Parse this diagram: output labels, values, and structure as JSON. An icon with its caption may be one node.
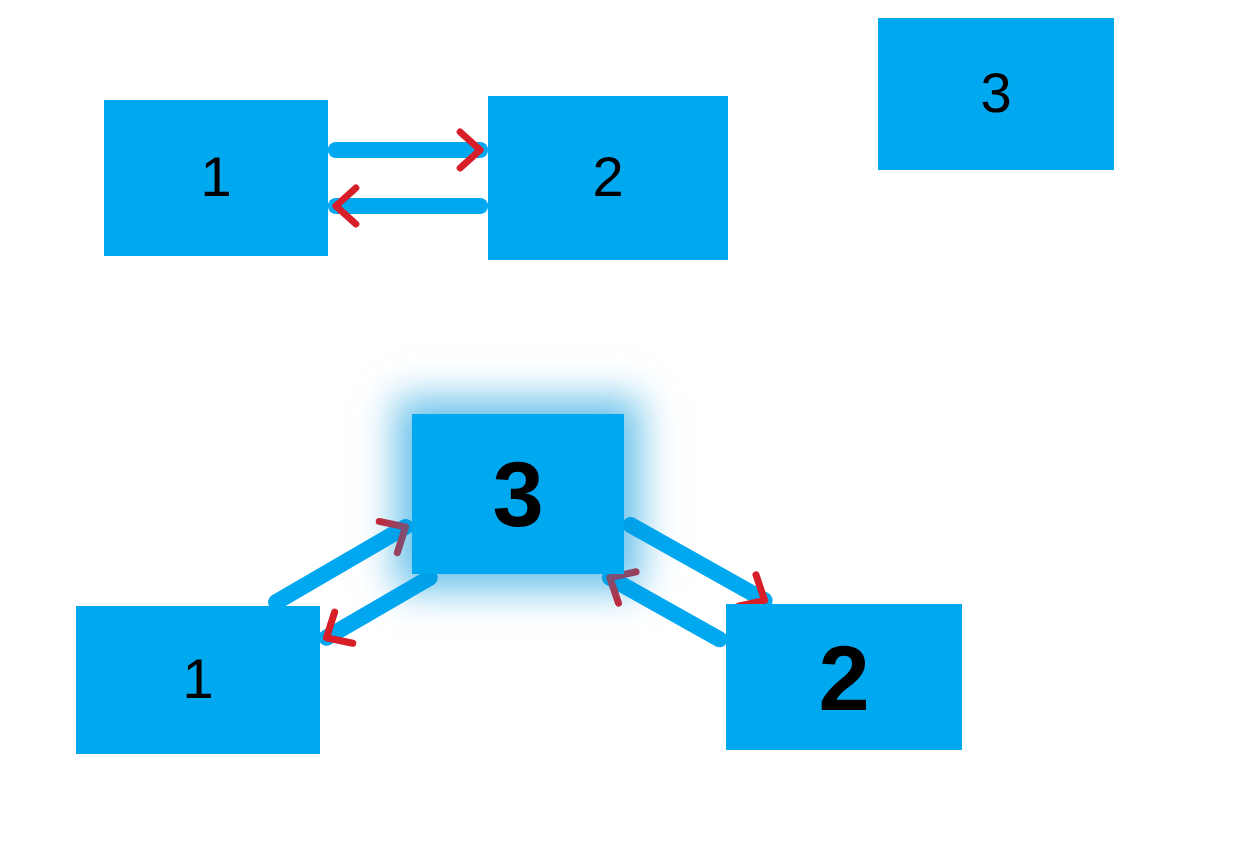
{
  "diagram": {
    "nodes": [
      {
        "text": [
          "1"
        ]
      },
      {
        "text": [
          "2"
        ]
      },
      {
        "text": [
          "3"
        ]
      },
      {
        "text": [
          "3"
        ]
      },
      {
        "text": [
          "1"
        ]
      },
      {
        "text": [
          "2"
        ]
      }
    ],
    "edges": [
      {
        "from": 0,
        "to": 1,
        "arrow": "to"
      },
      {
        "from": 1,
        "to": 0,
        "arrow": "to"
      },
      {
        "from": 4,
        "to": 3,
        "arrow": "to"
      },
      {
        "from": 3,
        "to": 4,
        "arrow": "to"
      },
      {
        "from": 5,
        "to": 3,
        "arrow": "to"
      },
      {
        "from": 3,
        "to": 5,
        "arrow": "to"
      }
    ]
  }
}
